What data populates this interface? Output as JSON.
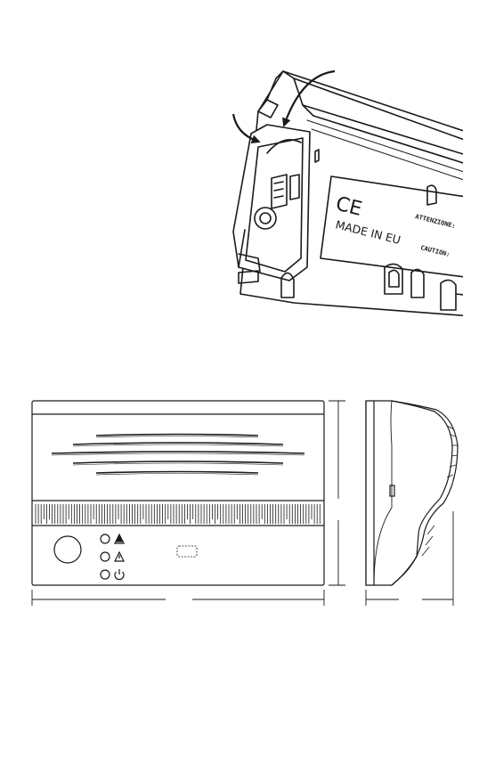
{
  "label": {
    "made_in": "MADE IN EU",
    "ce": "CE",
    "attention": "ATTENZIONE:",
    "caution": "CAUTION:"
  },
  "colors": {
    "ink": "#1a1a1a",
    "paper": "#ffffff",
    "shade": "#9a9a9a"
  },
  "icons": [
    "curved-arrow-icon",
    "curved-arrow-icon",
    "warning-triangle-icon",
    "warning-triangle-icon",
    "power-icon"
  ]
}
